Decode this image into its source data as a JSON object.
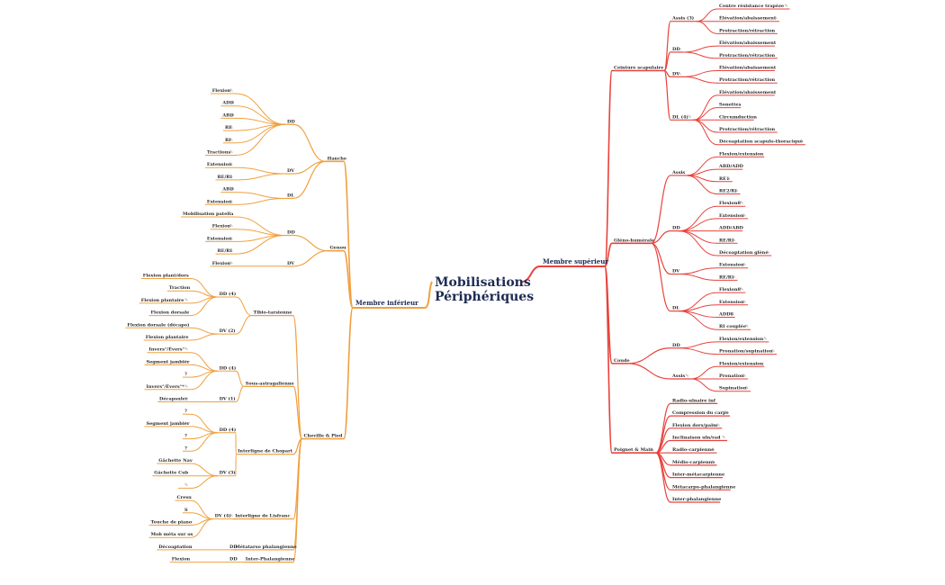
{
  "title": [
    "Mobilisations",
    "Périphériques"
  ],
  "colors": {
    "upper": "#e8423c",
    "lower": "#f0a040",
    "root_text": "#1d2b53"
  },
  "upper": {
    "label": "Membre supérieur",
    "children": [
      {
        "label": "Ceinture scapulaire",
        "children": [
          {
            "label": "Assis (3)",
            "children": [
              {
                "label": "Centre résistance trapèze",
                "icon": true
              },
              {
                "label": "Élévation/abaissement",
                "icon": true
              },
              {
                "label": "Protraction/rétraction"
              }
            ]
          },
          {
            "label": "DD",
            "icon": true,
            "children": [
              {
                "label": "Élévation/abaissement"
              },
              {
                "label": "Protraction/rétraction"
              }
            ]
          },
          {
            "label": "DV",
            "icon": true,
            "children": [
              {
                "label": "Élévation/abaissement"
              },
              {
                "label": "Protraction/rétraction"
              }
            ]
          },
          {
            "label": "DL (4)",
            "icon": true,
            "children": [
              {
                "label": "Élévation/abaissement"
              },
              {
                "label": "Sonettes"
              },
              {
                "label": "Circumduction"
              },
              {
                "label": "Protraction/rétraction"
              },
              {
                "label": "Décoaptation scapulo-thoracique",
                "icon": true
              }
            ]
          }
        ]
      },
      {
        "label": "Gléno-humérale",
        "children": [
          {
            "label": "Assis",
            "children": [
              {
                "label": "Flexion/extension"
              },
              {
                "label": "ABD/ADD",
                "icon": true
              },
              {
                "label": "RE1",
                "icon": true
              },
              {
                "label": "RE2/RI",
                "icon": true
              }
            ]
          },
          {
            "label": "DD",
            "children": [
              {
                "label": "Flexion8",
                "icon": true
              },
              {
                "label": "Extension",
                "icon": true
              },
              {
                "label": "ADD/ABD",
                "icon": true
              },
              {
                "label": "RE/RI",
                "icon": true
              },
              {
                "label": "Décoaptation glène",
                "icon": true
              }
            ]
          },
          {
            "label": "DV",
            "children": [
              {
                "label": "Extension",
                "icon": true
              },
              {
                "label": "RE/RI",
                "icon": true
              }
            ]
          },
          {
            "label": "DL",
            "children": [
              {
                "label": "Flexion8",
                "icon": true
              },
              {
                "label": "Extension",
                "icon": true
              },
              {
                "label": "ADD8",
                "icon": true
              },
              {
                "label": "RI couplée",
                "icon": true
              }
            ]
          }
        ]
      },
      {
        "label": "Coude",
        "children": [
          {
            "label": "DD",
            "children": [
              {
                "label": "Flexion/extension",
                "icon": true
              },
              {
                "label": "Pronation/supination",
                "icon": true
              }
            ]
          },
          {
            "label": "Assis",
            "icon": true,
            "children": [
              {
                "label": "Flexion/extension"
              },
              {
                "label": "Pronation",
                "icon": true
              },
              {
                "label": "Supination",
                "icon": true
              }
            ]
          }
        ]
      },
      {
        "label": "Poignet & Main",
        "icon": true,
        "children": [
          {
            "label": "Radio-ulnaire inf"
          },
          {
            "label": "Compression du carpe",
            "icon": true
          },
          {
            "label": "Flexion dors/palm",
            "icon": true
          },
          {
            "label": "Inclinaison uln/rad",
            "icon": true
          },
          {
            "label": "Radio-carpienne",
            "icon": true
          },
          {
            "label": "Médio-carpienne",
            "icon": true
          },
          {
            "label": "Inter-métacarpienne"
          },
          {
            "label": "Métacarpo-phalangienne"
          },
          {
            "label": "Inter-phalangienne"
          }
        ]
      }
    ]
  },
  "lower": {
    "label": "Membre inférieur",
    "children": [
      {
        "label": "Hanche",
        "children": [
          {
            "label": "DD",
            "children": [
              {
                "label": "Flexion",
                "icon": true
              },
              {
                "label": "ADD",
                "icon": true
              },
              {
                "label": "ABD",
                "icon": true
              },
              {
                "label": "RE",
                "icon": true
              },
              {
                "label": "RI",
                "icon": true
              },
              {
                "label": "Tractions",
                "icon": true
              }
            ]
          },
          {
            "label": "DV",
            "children": [
              {
                "label": "Extension",
                "icon": true
              },
              {
                "label": "RE/RI",
                "icon": true
              }
            ]
          },
          {
            "label": "DL",
            "children": [
              {
                "label": "ABD",
                "icon": true
              },
              {
                "label": "Extension",
                "icon": true
              }
            ]
          }
        ]
      },
      {
        "label": "Genou",
        "children": [
          {
            "label": "DD",
            "children": [
              {
                "label": "Mobilisation patella"
              },
              {
                "label": "Flexion",
                "icon": true
              },
              {
                "label": "Extension",
                "icon": true
              },
              {
                "label": "RE/RI",
                "icon": true
              }
            ]
          },
          {
            "label": "DV",
            "children": [
              {
                "label": "Flexion",
                "icon": true
              }
            ]
          }
        ]
      },
      {
        "label": "Cheville & Pied",
        "children": [
          {
            "label": "Tibio-tarsienne",
            "children": [
              {
                "label": "DD (4)",
                "children": [
                  {
                    "label": "Flexion plant/dors"
                  },
                  {
                    "label": "Traction"
                  },
                  {
                    "label": "Flexion plantaire",
                    "icon": true
                  },
                  {
                    "label": "Flexion dorsale"
                  }
                ]
              },
              {
                "label": "DV (2)",
                "children": [
                  {
                    "label": "Flexion dorsale (décapo)"
                  },
                  {
                    "label": "Flexion plantaire"
                  }
                ]
              }
            ]
          },
          {
            "label": "Sous-astragalienne",
            "children": [
              {
                "label": "DD (4)",
                "children": [
                  {
                    "label": "Invers°/Évers°",
                    "icon": true
                  },
                  {
                    "label": "Segment jambier",
                    "icon": true
                  },
                  {
                    "label": "?"
                  },
                  {
                    "label": "Invers°/Évers°*",
                    "icon": true
                  }
                ]
              },
              {
                "label": "DV (1)",
                "children": [
                  {
                    "label": "Décapsuler",
                    "icon": true
                  }
                ]
              }
            ]
          },
          {
            "label": "Interligne de Chopart",
            "children": [
              {
                "label": "DD (4)",
                "children": [
                  {
                    "label": "?"
                  },
                  {
                    "label": "Segment jambier",
                    "icon": true
                  },
                  {
                    "label": "?"
                  },
                  {
                    "label": "?"
                  }
                ]
              },
              {
                "label": "DV (3)",
                "children": [
                  {
                    "label": "Gâchette Nav"
                  },
                  {
                    "label": "Gâchette Cub",
                    "icon": true
                  },
                  {
                    "label": "",
                    "icon": true
                  }
                ]
              }
            ]
          },
          {
            "label": "Interligne de Lisfranc",
            "children": [
              {
                "label": "DV (4)",
                "icon": true,
                "children": [
                  {
                    "label": "Creux"
                  },
                  {
                    "label": "S"
                  },
                  {
                    "label": "Touche de piano"
                  },
                  {
                    "label": "Mob méta sur os"
                  }
                ]
              }
            ]
          },
          {
            "label": "Métatarso phalangienne",
            "children": [
              {
                "label": "DD",
                "children": [
                  {
                    "label": "Décoaptation"
                  }
                ]
              }
            ]
          },
          {
            "label": "Inter-Phalangienne",
            "children": [
              {
                "label": "DD",
                "children": [
                  {
                    "label": "Flexion"
                  }
                ]
              }
            ]
          }
        ]
      }
    ]
  }
}
